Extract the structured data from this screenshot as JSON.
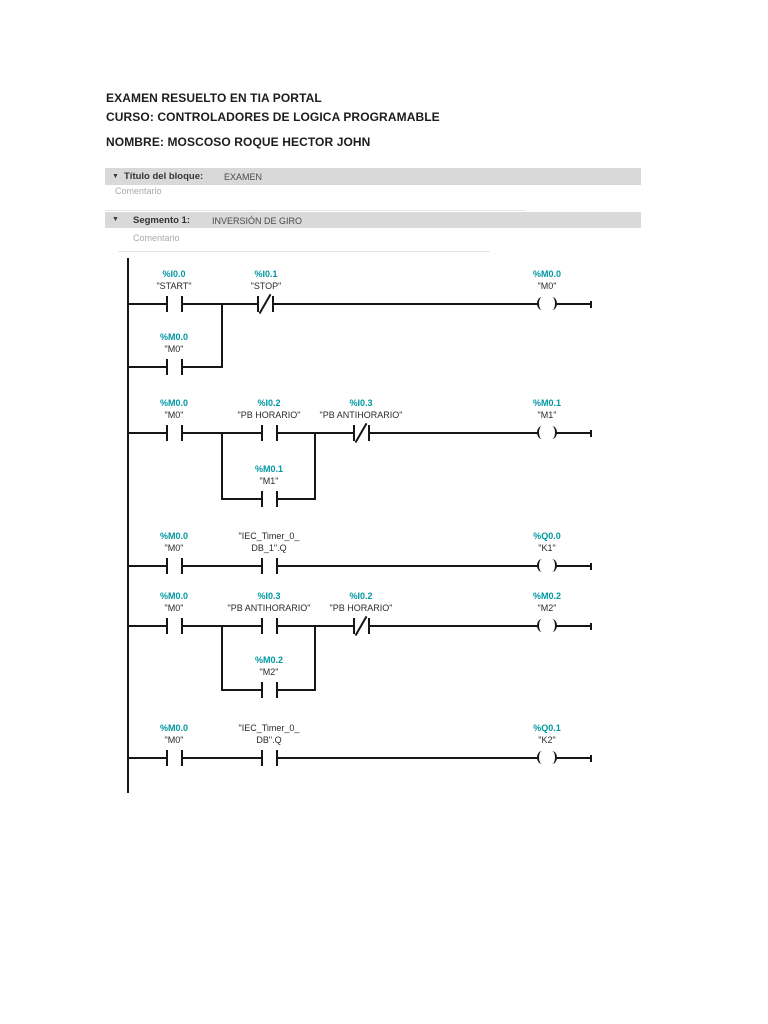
{
  "doc_header": {
    "line1": "EXAMEN RESUELTO EN TIA PORTAL",
    "line2": "CURSO: CONTROLADORES DE LOGICA PROGRAMABLE",
    "line3": "NOMBRE: MOSCOSO ROQUE HECTOR JOHN"
  },
  "block_header": {
    "collapse_icon": "▼",
    "label": "Título del bloque:",
    "value": "EXAMEN",
    "comment": "Comentario"
  },
  "segment_header": {
    "collapse_icon": "▼",
    "label": "Segmento 1:",
    "value": "INVERSIÓN DE GIRO",
    "comment": "Comentario"
  },
  "colors": {
    "address_teal": "#0097A2",
    "wire": "#161616",
    "bar_bg": "#D9D9D9",
    "comment_gray": "#A9A9A9"
  },
  "ladder": {
    "rungs": [
      {
        "contacts": [
          {
            "type": "no",
            "address": "%I0.0",
            "name": "\"START\""
          },
          {
            "type": "nc",
            "address": "%I0.1",
            "name": "\"STOP\""
          }
        ],
        "coil": {
          "address": "%M0.0",
          "name": "\"M0\""
        },
        "branch": {
          "address": "%M0.0",
          "name": "\"M0\""
        }
      },
      {
        "contacts": [
          {
            "type": "no",
            "address": "%M0.0",
            "name": "\"M0\""
          },
          {
            "type": "no",
            "address": "%I0.2",
            "name": "\"PB HORARIO\""
          },
          {
            "type": "nc",
            "address": "%I0.3",
            "name": "\"PB ANTIHORARIO\""
          }
        ],
        "coil": {
          "address": "%M0.1",
          "name": "\"M1\""
        },
        "branch": {
          "address": "%M0.1",
          "name": "\"M1\""
        }
      },
      {
        "contacts": [
          {
            "type": "no",
            "address": "%M0.0",
            "name": "\"M0\""
          },
          {
            "type": "no",
            "address": "\"IEC_Timer_0_",
            "name": "DB_1\".Q",
            "black": true
          }
        ],
        "coil": {
          "address": "%Q0.0",
          "name": "\"K1\""
        }
      },
      {
        "contacts": [
          {
            "type": "no",
            "address": "%M0.0",
            "name": "\"M0\""
          },
          {
            "type": "no",
            "address": "%I0.3",
            "name": "\"PB ANTIHORARIO\""
          },
          {
            "type": "nc",
            "address": "%I0.2",
            "name": "\"PB HORARIO\""
          }
        ],
        "coil": {
          "address": "%M0.2",
          "name": "\"M2\""
        },
        "branch": {
          "address": "%M0.2",
          "name": "\"M2\""
        }
      },
      {
        "contacts": [
          {
            "type": "no",
            "address": "%M0.0",
            "name": "\"M0\""
          },
          {
            "type": "no",
            "address": "\"IEC_Timer_0_",
            "name": "DB\".Q",
            "black": true
          }
        ],
        "coil": {
          "address": "%Q0.1",
          "name": "\"K2\""
        }
      }
    ]
  }
}
